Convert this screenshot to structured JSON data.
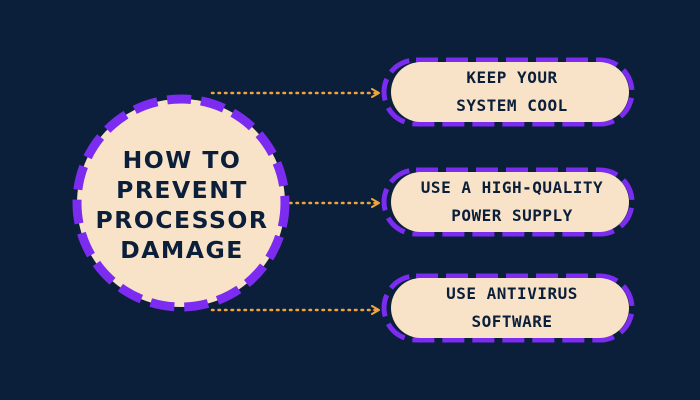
{
  "hub": {
    "lines": [
      "HOW TO",
      "PREVENT",
      "PROCESSOR",
      "DAMAGE"
    ]
  },
  "tips": [
    {
      "lines": [
        "KEEP YOUR",
        "SYSTEM COOL"
      ]
    },
    {
      "lines": [
        "USE A HIGH-QUALITY",
        "POWER SUPPLY"
      ]
    },
    {
      "lines": [
        "USE ANTIVIRUS",
        "SOFTWARE"
      ]
    }
  ],
  "colors": {
    "background": "#0b1f3a",
    "fill": "#f8e2c8",
    "dashed_border": "#7b2cf0",
    "connector": "#f0a53c",
    "text": "#0b1f3a"
  }
}
